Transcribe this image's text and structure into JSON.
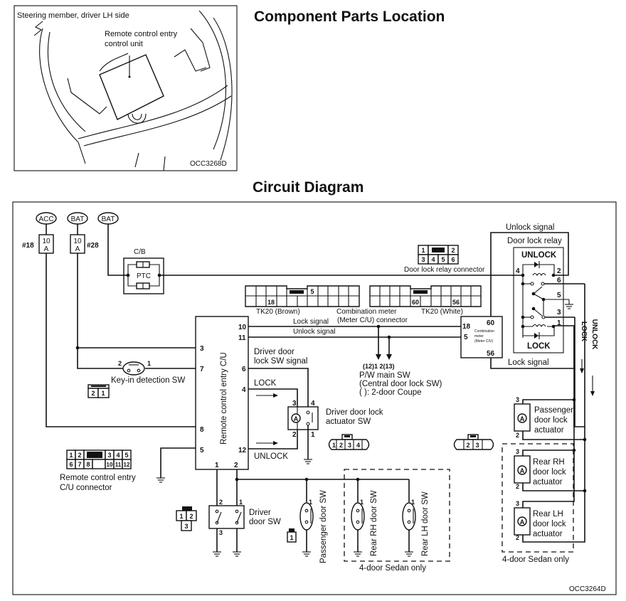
{
  "headings": {
    "component_parts_location": "Component Parts Location",
    "circuit_diagram": "Circuit Diagram"
  },
  "location_figure": {
    "label_steering_member": "Steering member, driver LH side",
    "label_unit_line1": "Remote control entry",
    "label_unit_line2": "control unit",
    "figure_code": "OCC3268D"
  },
  "power": {
    "acc": "ACC",
    "bat1": "BAT",
    "bat2": "BAT",
    "fuse18_num": "#18",
    "fuse28_num": "#28",
    "fuse_amp_top": "10",
    "fuse_amp_bottom": "A",
    "cb_label": "C/B",
    "ptc_label": "PTC"
  },
  "door_lock_relay_connector": {
    "label": "Door lock relay connector",
    "pins_top": [
      "1",
      "",
      "2"
    ],
    "pins_bottom": [
      "3",
      "4",
      "5",
      "6"
    ]
  },
  "combination_meter_connector": {
    "brown_label": "TK20 (Brown)",
    "white_label": "TK20 (White)",
    "label_line1": "Combination meter",
    "label_line2": "(Meter C/U) connector",
    "brown_pins": [
      "5",
      "18"
    ],
    "white_pins": [
      "60",
      "56"
    ]
  },
  "signals": {
    "lock_signal": "Lock signal",
    "unlock_signal": "Unlock signal",
    "unlock_signal_top": "Unlock signal",
    "lock_signal_bottom": "Lock signal",
    "driver_door_lock_sw_signal_line1": "Driver door",
    "driver_door_lock_sw_signal_line2": "lock SW signal",
    "lock": "LOCK",
    "unlock": "UNLOCK",
    "vertical_lock": "LOCK",
    "vertical_unlock": "UNLOCK"
  },
  "remote_cu": {
    "label": "Remote control entry C/U",
    "pins": [
      "3",
      "7",
      "8",
      "5",
      "10",
      "11",
      "6",
      "4",
      "12",
      "1",
      "2"
    ]
  },
  "combination_meter": {
    "label_line1": "Combination",
    "label_line2": "meter",
    "label_line3": "(Meter C/U)",
    "pins": [
      "60",
      "18",
      "5",
      "56"
    ]
  },
  "pw_main_sw": {
    "pins_line": "(12)1   2(13)",
    "label_line1": "P/W main SW",
    "label_line2": "(Central door lock SW)",
    "label_line3": "(     ): 2-door Coupe"
  },
  "door_lock_relay": {
    "title": "Door lock relay",
    "unlock": "UNLOCK",
    "lock": "LOCK",
    "pins": [
      "4",
      "2",
      "6",
      "5",
      "3",
      "1"
    ]
  },
  "key_in_sw": {
    "label": "Key-in detection SW",
    "pin_left": "2",
    "pin_right": "1",
    "connector_pins": [
      "2",
      "1"
    ]
  },
  "driver_actuator": {
    "label_line1": "Driver door lock",
    "label_line2": "actuator SW",
    "pins": [
      "3",
      "4",
      "2",
      "1"
    ],
    "connector_pins": [
      "1",
      "2",
      "3",
      "4"
    ],
    "motor_symbol": "A"
  },
  "cu_connector": {
    "label_line1": "Remote control entry",
    "label_line2": "C/U connector",
    "row1": [
      "1",
      "2",
      "",
      "3",
      "4",
      "5"
    ],
    "row2": [
      "6",
      "7",
      "8",
      "",
      "10",
      "11",
      "12"
    ]
  },
  "driver_door_sw": {
    "label_line1": "Driver",
    "label_line2": "door SW",
    "pins": [
      "2",
      "1",
      "3"
    ],
    "connector_pins": [
      "1",
      "2",
      "3"
    ]
  },
  "door_switches": {
    "passenger": "Passenger door SW",
    "rear_rh": "Rear RH door SW",
    "rear_lh": "Rear LH door SW",
    "pin": "1",
    "connector_pin": "1",
    "sedan_only": "4-door Sedan only"
  },
  "actuators": {
    "passenger_line1": "Passenger",
    "passenger_line2": "door lock",
    "passenger_line3": "actuator",
    "rear_rh_line1": "Rear RH",
    "rear_rh_line2": "door lock",
    "rear_rh_line3": "actuator",
    "rear_lh_line1": "Rear LH",
    "rear_lh_line2": "door lock",
    "rear_lh_line3": "actuator",
    "pin_top": "3",
    "pin_bottom": "2",
    "motor_symbol": "A",
    "connector_pins": [
      "2",
      "3"
    ],
    "sedan_only": "4-door Sedan only"
  },
  "figure_code": "OCC3264D"
}
